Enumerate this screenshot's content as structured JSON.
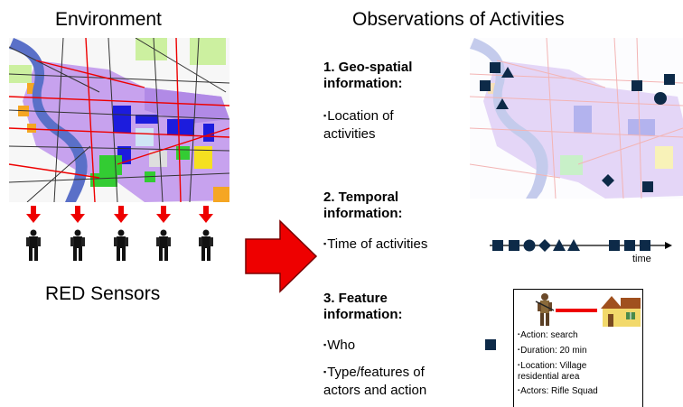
{
  "left": {
    "title": "Environment",
    "sensors_label": "RED Sensors",
    "sensor_count": 5
  },
  "right": {
    "title": "Observations of Activities",
    "sections": [
      {
        "heading_line1": "1. Geo-spatial",
        "heading_line2": "information:",
        "items": [
          {
            "line1": "Location of",
            "line2": "activities"
          }
        ]
      },
      {
        "heading_line1": "2. Temporal",
        "heading_line2": "information:",
        "items": [
          {
            "line1": "Time of activities"
          }
        ]
      },
      {
        "heading_line1": "3. Feature",
        "heading_line2": "information:",
        "items": [
          {
            "line1": "Who"
          },
          {
            "line1": "Type/features of",
            "line2": "actors and action"
          }
        ]
      }
    ],
    "timeline_label": "time",
    "timeline_markers": [
      "square",
      "square",
      "circle",
      "diamond",
      "triangle",
      "triangle",
      "square",
      "square",
      "square"
    ],
    "card": {
      "lines": [
        {
          "line1": "Action: search"
        },
        {
          "line1": "Duration: 20 min"
        },
        {
          "line1": "Location: Village",
          "line2": "residential area"
        },
        {
          "line1": "Actors: Rifle Squad"
        }
      ]
    }
  },
  "bullet_glyph": "▪",
  "colors": {
    "arrow_red": "#ee0000",
    "marker": "#0d2a48",
    "map_purple": "#c7a2ee",
    "map_blue": "#1c1cdd",
    "map_green": "#33cc33"
  }
}
